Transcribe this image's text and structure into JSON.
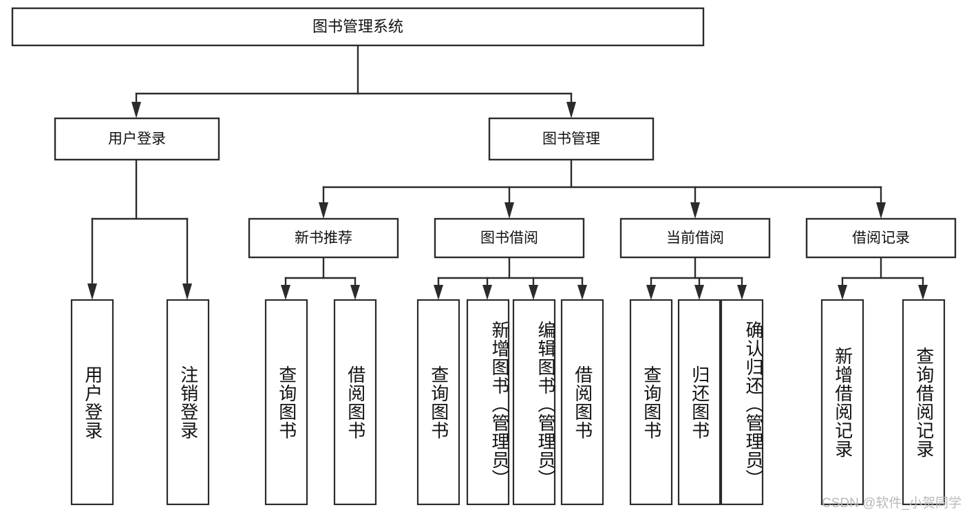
{
  "diagram": {
    "title": "图书管理系统",
    "watermark": "CSDN @软件_小贺同学",
    "root": {
      "id": "root",
      "label": "图书管理系统"
    },
    "level1": [
      {
        "id": "user-login",
        "label": "用户登录"
      },
      {
        "id": "book-manage",
        "label": "图书管理"
      }
    ],
    "level2": [
      {
        "id": "new-book-rec",
        "label": "新书推荐"
      },
      {
        "id": "book-borrow",
        "label": "图书借阅"
      },
      {
        "id": "current-borrow",
        "label": "当前借阅"
      },
      {
        "id": "borrow-record",
        "label": "借阅记录"
      }
    ],
    "leaves": {
      "user_login": [
        {
          "id": "leaf-user-login",
          "label": "用户登录"
        },
        {
          "id": "leaf-logout",
          "label": "注销登录"
        }
      ],
      "new_book_rec": [
        {
          "id": "leaf-query-book-1",
          "label": "查询图书"
        },
        {
          "id": "leaf-borrow-book-1",
          "label": "借阅图书"
        }
      ],
      "book_borrow": [
        {
          "id": "leaf-query-book-2",
          "label": "查询图书"
        },
        {
          "id": "leaf-add-book",
          "label": "新增图书（管理员）"
        },
        {
          "id": "leaf-edit-book",
          "label": "编辑图书（管理员）"
        },
        {
          "id": "leaf-borrow-book-2",
          "label": "借阅图书"
        }
      ],
      "current_borrow": [
        {
          "id": "leaf-query-book-3",
          "label": "查询图书"
        },
        {
          "id": "leaf-return-book",
          "label": "归还图书"
        },
        {
          "id": "leaf-confirm-return",
          "label": "确认归还（管理员）"
        }
      ],
      "borrow_record": [
        {
          "id": "leaf-add-record",
          "label": "新增借阅记录"
        },
        {
          "id": "leaf-query-record",
          "label": "查询借阅记录"
        }
      ]
    },
    "colors": {
      "box_stroke": "#2b2b2b",
      "box_fill": "#ffffff",
      "connector": "#2b2b2b",
      "text": "#111111",
      "watermark": "#b9b9b9",
      "background": "#ffffff"
    }
  }
}
